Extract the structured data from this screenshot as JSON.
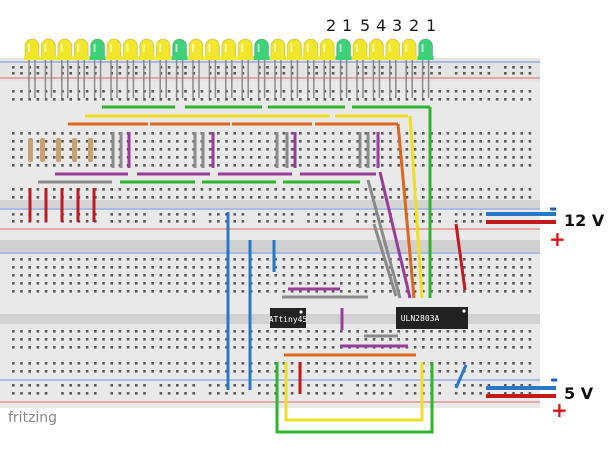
{
  "labels": {
    "top_numbers": [
      "2",
      "1",
      "5",
      "4",
      "3",
      "2",
      "1"
    ],
    "supply_12v": {
      "text": "12 V",
      "minus": "-",
      "plus": "+"
    },
    "supply_5v": {
      "text": "5 V",
      "minus": "-",
      "plus": "+"
    },
    "chip_attiny": "ATtiny45",
    "chip_uln": "ULN2803A",
    "watermark": "fritzing"
  },
  "leds": {
    "colors_sequence": [
      "yellow",
      "yellow",
      "yellow",
      "yellow",
      "green",
      "yellow",
      "yellow",
      "yellow",
      "yellow",
      "green",
      "yellow",
      "yellow",
      "yellow",
      "yellow",
      "green",
      "yellow",
      "yellow",
      "yellow",
      "yellow",
      "green",
      "yellow",
      "yellow",
      "yellow",
      "yellow",
      "green"
    ]
  },
  "palette": {
    "board": "#e9e9e9",
    "board_dark": "#d6d6d6",
    "hole": "#5c5c5c",
    "hole_green": "#5ac05a",
    "rail_red": "#e23c3c",
    "rail_blue": "#3c6fd0",
    "led_yellow": "#f2e62a",
    "led_green": "#3fd07a",
    "wire_green": "#2db52d",
    "wire_yellow": "#f0e020",
    "wire_orange": "#e0661a",
    "wire_purple": "#9a3d9a",
    "wire_gray": "#8a8a8a",
    "wire_red": "#c01a1a",
    "wire_blue": "#2a77c8",
    "chip": "#222222"
  }
}
